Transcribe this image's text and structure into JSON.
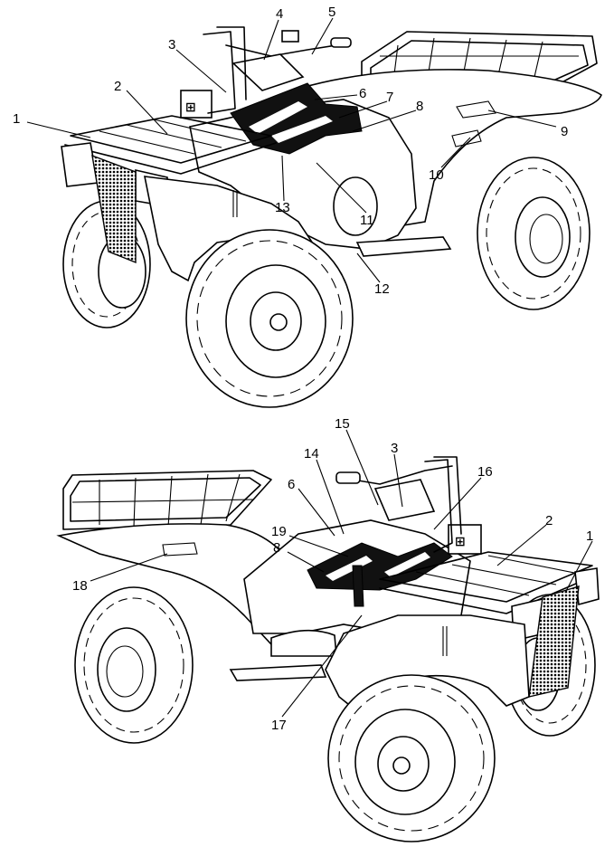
{
  "diagram": {
    "top_view_callouts": [
      "1",
      "2",
      "3",
      "4",
      "5",
      "6",
      "7",
      "8",
      "9",
      "10",
      "11",
      "12",
      "13"
    ],
    "bottom_view_callouts": [
      "15",
      "14",
      "3",
      "16",
      "6",
      "2",
      "1",
      "19",
      "8",
      "18",
      "17"
    ]
  }
}
